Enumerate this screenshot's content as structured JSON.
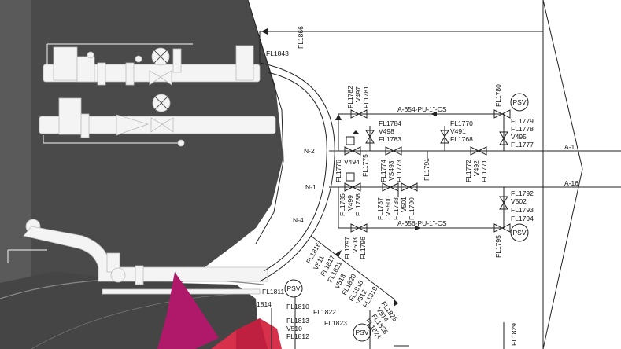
{
  "drawing": {
    "line_numbers": {
      "top_line": "A-654-PU-1\"-CS",
      "bottom_line": "A-656-PU-1\"-CS",
      "right_top": "A-1",
      "right_mid": "A-16"
    },
    "nozzles": {
      "n2": "N-2",
      "n1": "N-1",
      "n4": "N-4"
    },
    "psv": "PSV",
    "tags": {
      "fl1866": "FL1866",
      "fl1843": "FL1843",
      "fl1782": "FL1782",
      "v497": "V497",
      "fl1781": "FL1781",
      "fl1780": "FL1780",
      "fl1784": "FL1784",
      "v498": "V498",
      "fl1783": "FL1783",
      "fl1770": "FL1770",
      "v491": "V491",
      "fl1768": "FL1768",
      "fl1779": "FL1779",
      "fl1778": "FL1778",
      "v495": "V495",
      "fl1777": "FL1777",
      "v494": "V494",
      "fl1776": "FL1776",
      "fl1775": "FL1775",
      "fl1774": "FL1774",
      "vs493": "VS493",
      "fl1773": "FL1773",
      "fl1791": "FL1791",
      "fl1772": "FL1772",
      "v492": "V492",
      "fl1771": "FL1771",
      "fl1785": "FL1785",
      "v499": "V499",
      "fl1786": "FL1786",
      "fl1787": "FL1787",
      "vs500": "VS500",
      "fl1788": "FL1788",
      "v501": "V501",
      "fl1790": "FL1790",
      "fl1792": "FL1792",
      "v502": "V502",
      "fl1793": "FL1793",
      "fl1794": "FL1794",
      "fl1797": "FL1797",
      "v503": "V503",
      "fl1796": "FL1796",
      "fl1795": "FL1795",
      "fl1816": "FL1816",
      "v511": "V511",
      "fl1817": "FL1817",
      "fl1821": "FL1821",
      "v513": "V513",
      "fl1820": "FL1820",
      "fl1818": "FL1818",
      "v512": "V512",
      "fl1819": "FL1819",
      "fl1825": "FL1825",
      "v514": "V514",
      "fl1826": "FL1826",
      "fl1824": "FL1824",
      "fl1811": "FL1811",
      "fl1814": "1814",
      "fl1810": "FL1810",
      "fl1813": "FL1813",
      "v510": "V510",
      "fl1812": "FL1812",
      "fl1822": "FL1822",
      "fl1823": "FL1823",
      "fl1829": "FL1829"
    }
  },
  "colors": {
    "vessel_interior": "#4a4a4b",
    "vessel_edge": "#3a3a3b",
    "pipe": "#f4f4f4",
    "magenta": "#b0186a",
    "red": "#d6304a",
    "line": "#222222"
  }
}
